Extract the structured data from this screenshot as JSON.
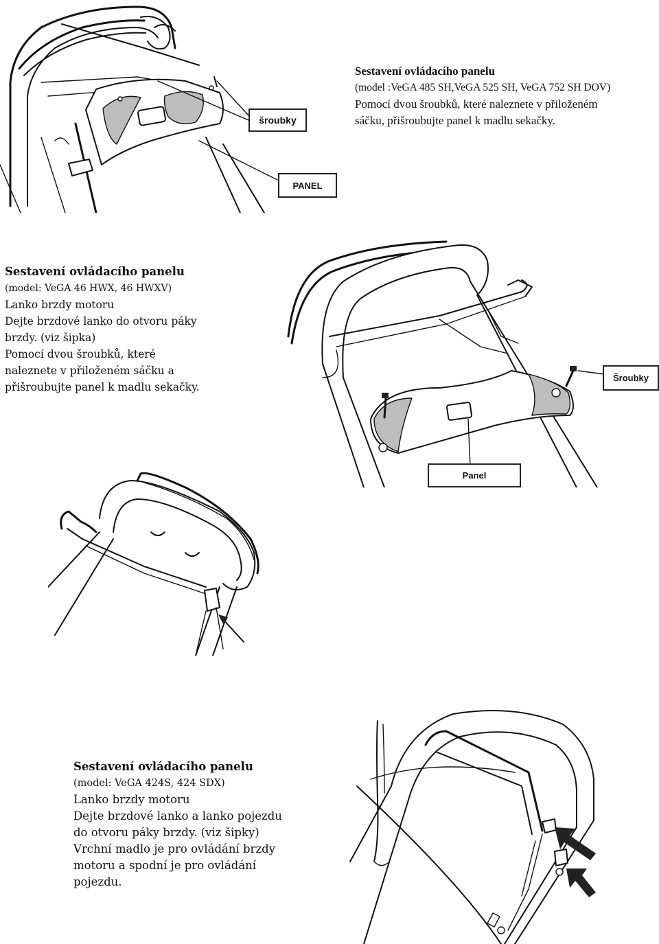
{
  "sections": [
    {
      "title": "Sestavení ovládacího panelu",
      "model": "(model :VeGA 485 SH,VeGA 525 SH, VeGA 752 SH DOV)",
      "lines": [
        "Pomocí dvou šroubků, které naleznete v přiloženém",
        "sáčku, přišroubujte panel k madlu sekačky."
      ],
      "callouts": [
        "šroubky",
        "PANEL"
      ]
    },
    {
      "title": "Sestavení ovládacího panelu",
      "model": "(model: VeGA 46 HWX, 46 HWXV)",
      "lines": [
        "Lanko brzdy motoru",
        "Dejte brzdové lanko do otvoru páky",
        "brzdy. (viz šipka)",
        "Pomocí dvou šroubků, které",
        "naleznete v přiloženém sáčku a",
        "přišroubujte panel k madlu sekačky."
      ],
      "callouts": [
        "Šroubky",
        "Panel"
      ]
    },
    {
      "title": "Sestavení ovládacího panelu",
      "model": "(model: VeGA 424S, 424 SDX)",
      "lines": [
        "Lanko brzdy motoru",
        "Dejte brzdové lanko a lanko pojezdu",
        "do otvoru páky brzdy. (viz šipky)",
        "Vrchní madlo je pro ovládání brzdy",
        "motoru a spodní je pro ovládání",
        "pojezdu."
      ],
      "callouts": []
    }
  ]
}
